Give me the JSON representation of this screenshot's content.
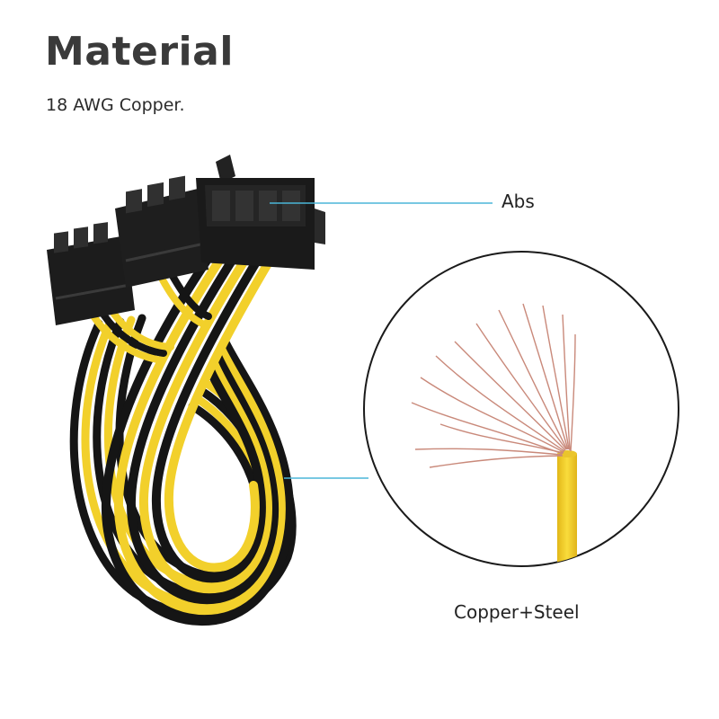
{
  "heading": {
    "title": "Material",
    "subtitle": "18 AWG Copper."
  },
  "callouts": {
    "connector_material": "Abs",
    "wire_material": "Copper+Steel"
  },
  "colors": {
    "wire_yellow": "#f2d02b",
    "wire_black": "#151515",
    "connector_black": "#1c1c1c",
    "leader_line": "#4bb6d8",
    "copper_strand": "#c9897a"
  },
  "icons": [
    "pcie-power-splitter-cable",
    "wire-strands-magnifier"
  ]
}
